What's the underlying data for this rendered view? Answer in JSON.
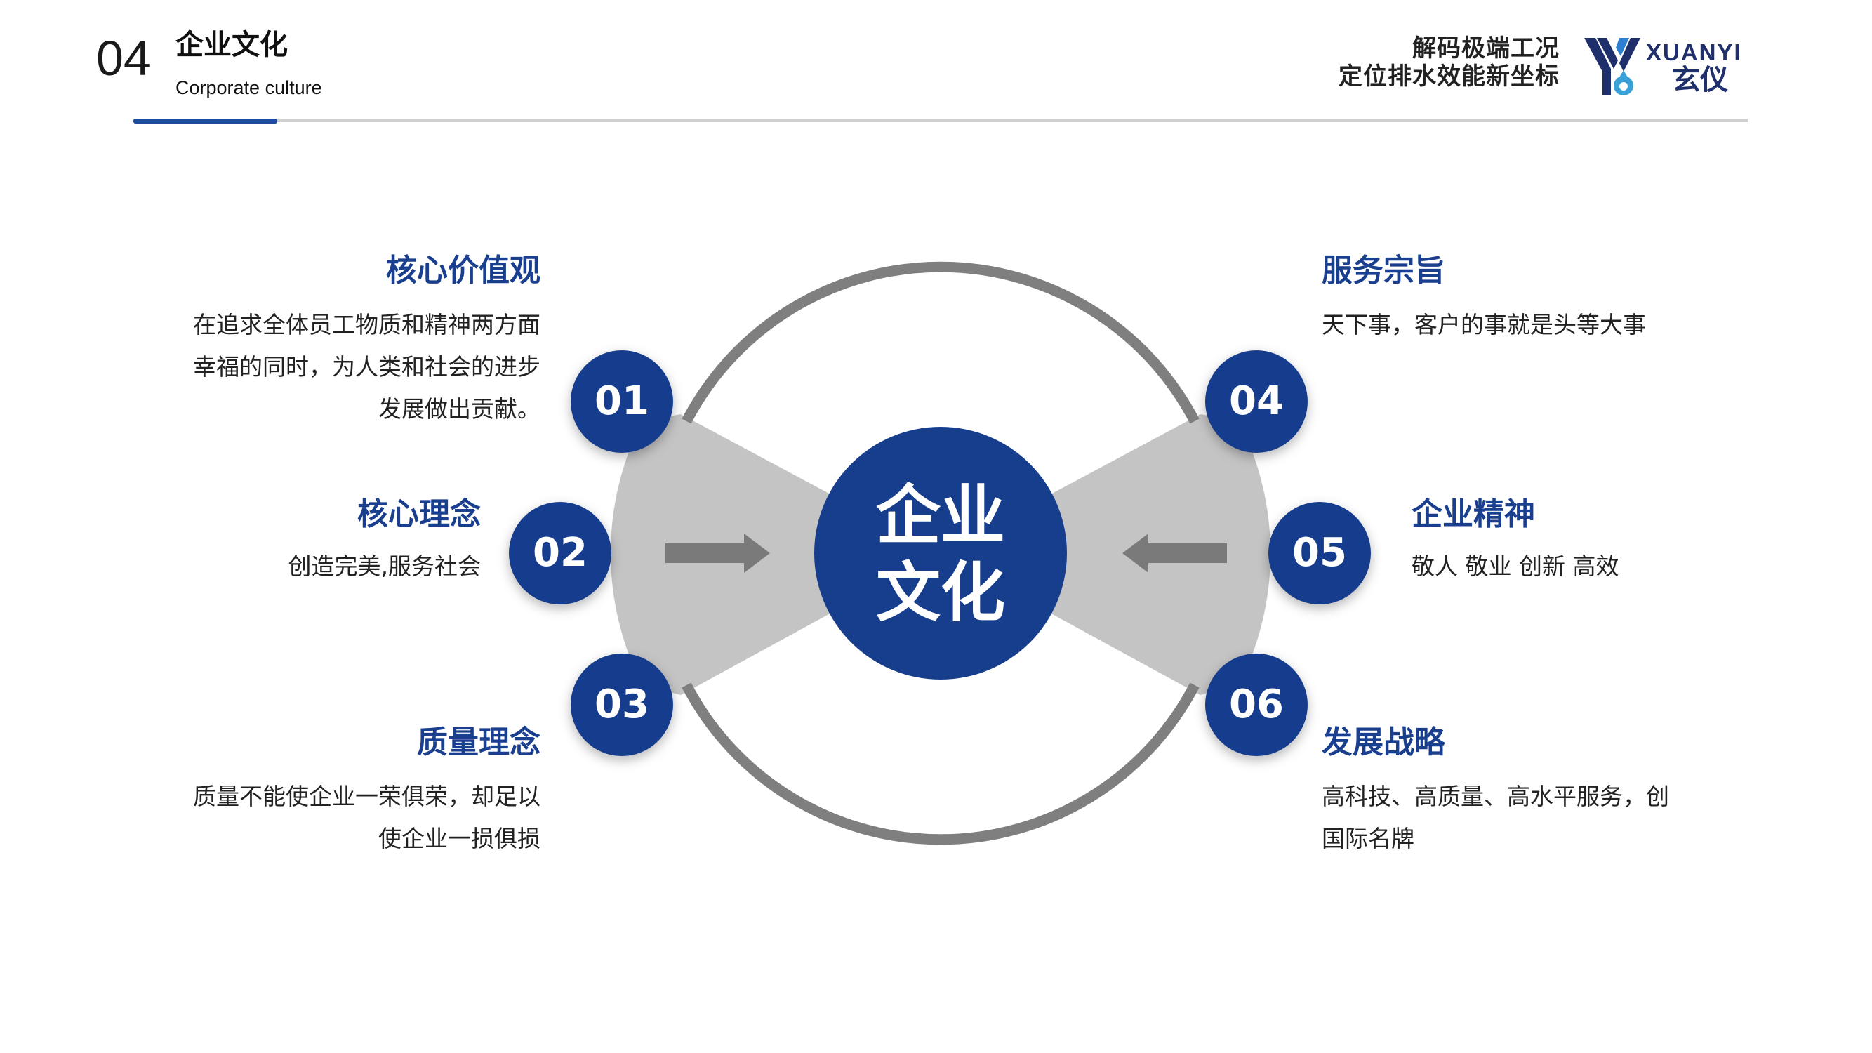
{
  "header": {
    "section_number": "04",
    "section_title": "企业文化",
    "section_subtitle": "Corporate culture",
    "slogan_line1": "解码极端工况",
    "slogan_line2": "定位排水效能新坐标",
    "brand_en": "XUANYI",
    "brand_cn": "玄仪"
  },
  "center": {
    "line1": "企业",
    "line2": "文化"
  },
  "items": [
    {
      "number": "01",
      "title": "核心价值观",
      "lines": [
        "在追求全体员工物质和精神两方面",
        "幸福的同时，为人类和社会的进步",
        "发展做出贡献。"
      ]
    },
    {
      "number": "02",
      "title": "核心理念",
      "lines": [
        "创造完美,服务社会"
      ]
    },
    {
      "number": "03",
      "title": "质量理念",
      "lines": [
        "质量不能使企业一荣俱荣，却足以",
        "使企业一损俱损"
      ]
    },
    {
      "number": "04",
      "title": "服务宗旨",
      "lines": [
        "天下事，客户的事就是头等大事"
      ]
    },
    {
      "number": "05",
      "title": "企业精神",
      "lines": [
        "敬人 敬业 创新 高效"
      ]
    },
    {
      "number": "06",
      "title": "发展战略",
      "lines": [
        "高科技、高质量、高水平服务，创",
        "国际名牌"
      ]
    }
  ],
  "colors": {
    "primary": "#1b3f8f",
    "ring": "#7f7f7f",
    "fan": "#c4c4c4",
    "arrow": "#7a7a7a"
  }
}
